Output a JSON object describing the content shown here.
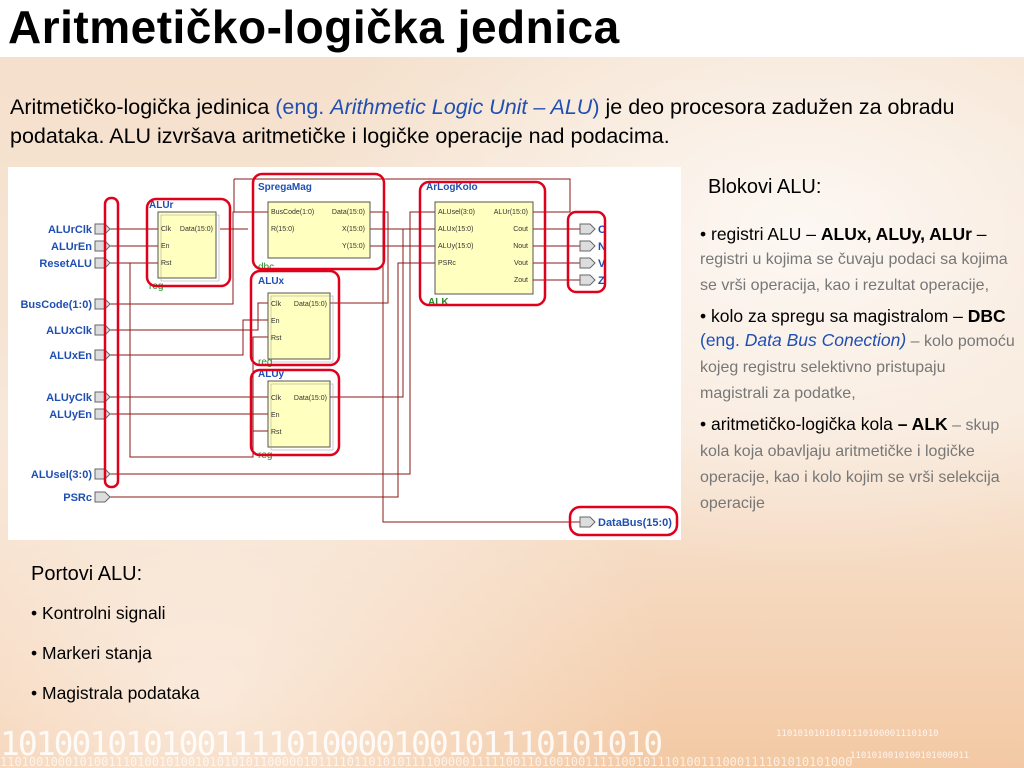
{
  "title": "Aritmetičko-logička jednica",
  "intro": {
    "part1": "Aritmetičko-logička jedinica ",
    "eng": "(eng. ",
    "term": "Arithmetic Logic Unit – ALU",
    "close": ")",
    "part2": " je deo procesora zadužen za obradu podataka. ALU izvršava aritmetičke i logičke operacije nad podacima."
  },
  "diagram": {
    "left_ports": [
      "ALUrClk",
      "ALUrEn",
      "ResetALU",
      "BusCode(1:0)",
      "ALUxClk",
      "ALUxEn",
      "ALUyClk",
      "ALUyEn",
      "ALUsel(3:0)",
      "PSRc"
    ],
    "right_ports": [
      "C",
      "N",
      "V",
      "Z"
    ],
    "databus": "DataBus(15:0)",
    "alur": {
      "title": "ALUr",
      "pins_left": [
        "Clk",
        "En",
        "Rst"
      ],
      "pins_right": [
        "Data(15:0)"
      ],
      "footer": "reg"
    },
    "alux": {
      "title": "ALUx",
      "pins_left": [
        "Clk",
        "En",
        "Rst"
      ],
      "pins_right": [
        "Data(15:0)"
      ],
      "footer": "reg"
    },
    "aluy": {
      "title": "ALUy",
      "pins_left": [
        "Clk",
        "En",
        "Rst"
      ],
      "pins_right": [
        "Data(15:0)"
      ],
      "footer": "reg"
    },
    "sprega": {
      "title": "SpregaMag",
      "pins_left": [
        "BusCode(1:0)",
        "R(15:0)"
      ],
      "pins_right": [
        "Data(15:0)",
        "X(15:0)",
        "Y(15:0)"
      ],
      "footer": "dbc"
    },
    "alk": {
      "title": "ArLogKolo",
      "pins_left": [
        "ALUsel(3:0)",
        "ALUx(15:0)",
        "ALUy(15:0)",
        "PSRc"
      ],
      "pins_right": [
        "ALUr(15:0)",
        "Cout",
        "Nout",
        "Vout",
        "Zout"
      ],
      "footer": "ALK"
    },
    "colors": {
      "wire": "#8b1a1a",
      "highlight": "#e0001b",
      "block_fill": "#ffffc0",
      "label_blue": "#1f4fb2",
      "footer_green": "#2a8a2a"
    }
  },
  "blocks": {
    "title": "Blokovi ALU:",
    "item1": {
      "bullet": "• registri ALU – ",
      "bold": "ALUx, ALUy, ALUr",
      "dash": " – ",
      "desc": "registri u kojima se čuvaju podaci sa kojima se vrši operacija, kao i rezultat operacije,"
    },
    "item2": {
      "bullet": "• kolo za spregu sa magistralom – ",
      "bold": "DBC",
      "eng": " (eng. ",
      "term": "Data Bus Conection)",
      "desc": " – kolo pomoću kojeg registru selektivno pristupaju magistrali za podatke,"
    },
    "item3": {
      "bullet": "• aritmetičko-logička kola ",
      "bold": "– ALK",
      "desc": " – skup kola koja obavljaju aritmetičke i logičke operacije, kao i kolo kojim se vrši selekcija operacije"
    }
  },
  "ports": {
    "title": "Portovi ALU:",
    "items": [
      "• Kontrolni signali",
      "• Markeri stanja",
      "• Magistrala podataka"
    ]
  },
  "binary": {
    "line1": "1010010101001111010000100101110101010",
    "line2": "1101001000101001110100101001010101011000001011110110101011110000011111001101001001111100101110100111000111101010101000",
    "line3": "110101010101011101000011101010",
    "line4": "1101010010100101000011"
  }
}
